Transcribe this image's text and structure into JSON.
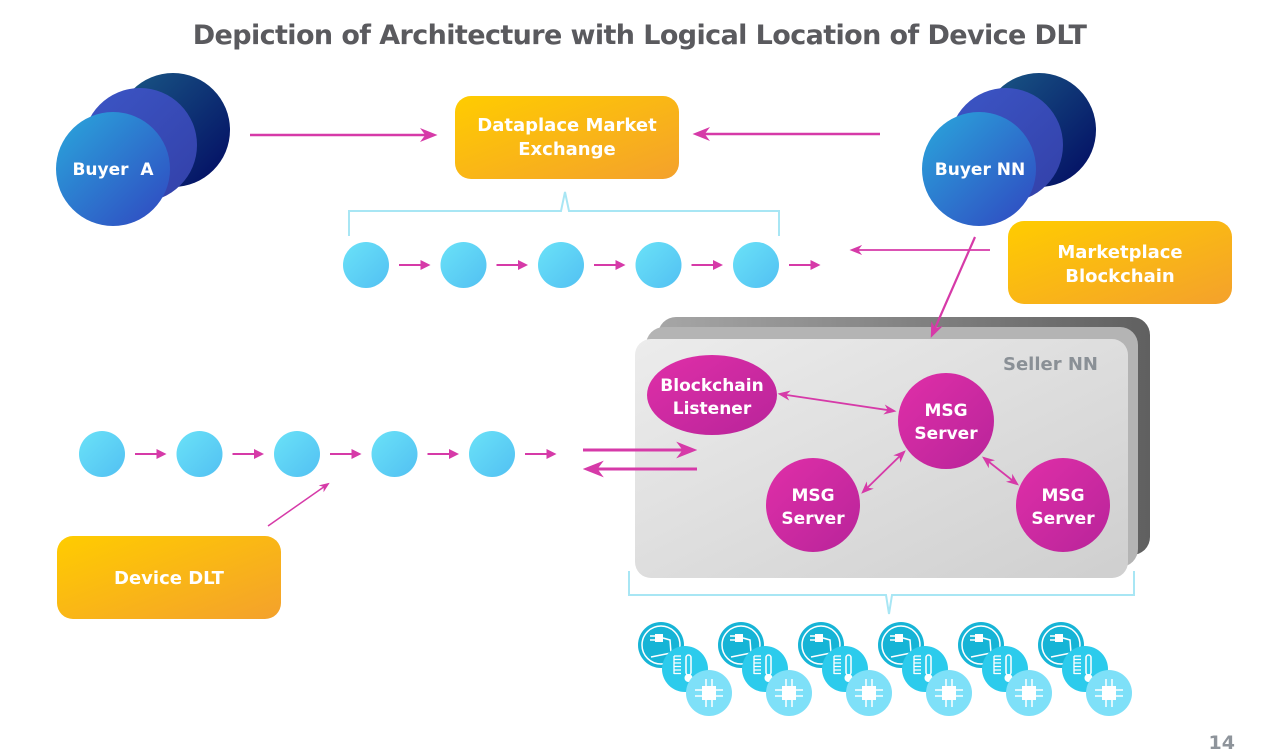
{
  "title": "Depiction of Architecture with Logical Location of Device DLT",
  "page_number": "14",
  "colors": {
    "arrow": "#d63aa8",
    "bracket": "#a8e6f4",
    "block": "#5ad0f5",
    "orange_start": "#ffcc00",
    "orange_end": "#f4a12c",
    "magenta": "#cc2a9e",
    "buyer_front": "#2a7fd6",
    "buyer_mid": "#3a4bb8",
    "buyer_back": "#0a1f6e"
  },
  "buyers": [
    {
      "id": "buyer-a",
      "label": "Buyer  A"
    },
    {
      "id": "buyer-nn",
      "label": "Buyer NN"
    }
  ],
  "boxes": {
    "dataplace": {
      "line1": "Dataplace Market",
      "line2": "Exchange"
    },
    "marketplace": {
      "line1": "Marketplace",
      "line2": "Blockchain"
    },
    "device": {
      "line1": "Device DLT"
    }
  },
  "seller": {
    "label": "Seller NN",
    "blockchain_listener": {
      "line1": "Blockchain",
      "line2": "Listener"
    },
    "msg_servers": [
      {
        "line1": "MSG",
        "line2": "Server"
      },
      {
        "line1": "MSG",
        "line2": "Server"
      },
      {
        "line1": "MSG",
        "line2": "Server"
      }
    ]
  },
  "chains": {
    "marketplace_chain_blocks": 5,
    "device_chain_blocks": 5
  },
  "device_groups": [
    {
      "icons": [
        "plug-icon",
        "thermometer-icon",
        "chip-icon"
      ]
    },
    {
      "icons": [
        "plug-icon",
        "thermometer-icon",
        "chip-icon"
      ]
    },
    {
      "icons": [
        "plug-icon",
        "thermometer-icon",
        "chip-icon"
      ]
    },
    {
      "icons": [
        "plug-icon",
        "thermometer-icon",
        "chip-icon"
      ]
    },
    {
      "icons": [
        "plug-icon",
        "thermometer-icon",
        "chip-icon"
      ]
    },
    {
      "icons": [
        "plug-icon",
        "thermometer-icon",
        "chip-icon"
      ]
    }
  ]
}
